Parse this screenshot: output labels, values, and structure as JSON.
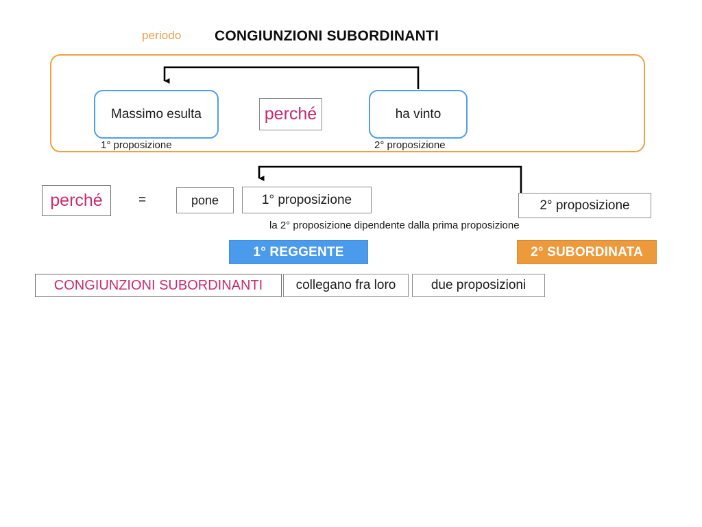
{
  "header": {
    "periodo_label": "periodo",
    "title": "CONGIUNZIONI SUBORDINANTI"
  },
  "colors": {
    "period_border": "#F0A040",
    "proposition_border": "#4E9FE9",
    "conjunction_text": "#C92A70",
    "periodo_label": "#E8A04A",
    "badge_reggente_bg": "#4A9BEC",
    "badge_subordinata_bg": "#ED9A3D",
    "gray_border": "#8A8A8A",
    "arrow": "#000000"
  },
  "period_example": {
    "proposition_1": {
      "text": "Massimo esulta",
      "caption": "1° proposizione"
    },
    "conjunction": {
      "text": "perché"
    },
    "proposition_2": {
      "text": "ha vinto",
      "caption": "2° proposizione"
    },
    "arrow_label": "dependency-arrow-from-second-to-first"
  },
  "definition_row": {
    "conjunction": "perché",
    "equals": "=",
    "verb": "pone",
    "first_item": "1° proposizione",
    "second_item": "2° proposizione",
    "caption": "la 2° proposizione dipendente dalla prima proposizione"
  },
  "badges": {
    "reggente": "1° REGGENTE",
    "subordinata": "2° SUBORDINATA"
  },
  "rule_row": {
    "subject": "CONGIUNZIONI SUBORDINANTI",
    "predicate": "collegano fra loro",
    "object": "due proposizioni"
  }
}
